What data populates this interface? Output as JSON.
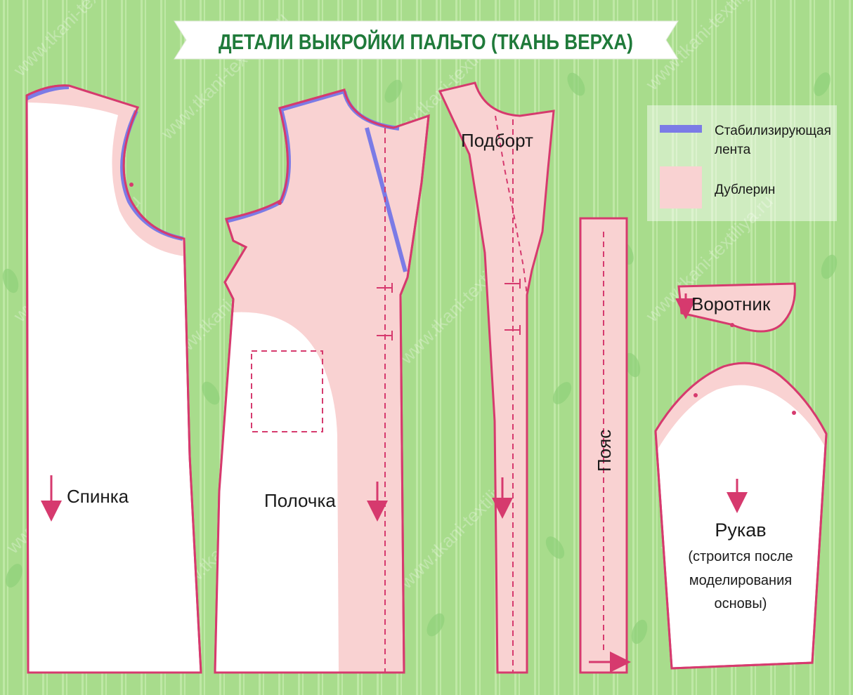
{
  "title": "ДЕТАЛИ ВЫКРОЙКИ ПАЛЬТО (ТКАНЬ ВЕРХА)",
  "watermark": "www.tkani-textiliya.ru",
  "legend": {
    "stabilizing_tape_line1": "Стабилизирующая",
    "stabilizing_tape_line2": "лента",
    "interfacing": "Дублерин"
  },
  "pieces": {
    "back": "Спинка",
    "front": "Полочка",
    "facing": "Подборт",
    "belt": "Пояс",
    "collar": "Воротник",
    "sleeve": "Рукав",
    "sleeve_note_line1": "(строится после",
    "sleeve_note_line2": "моделирования",
    "sleeve_note_line3": "основы)"
  },
  "colors": {
    "background": "#a8dc8c",
    "stripe": "#bfe8a6",
    "outline": "#d63a6e",
    "interfacing": "#f9d2d2",
    "tape": "#7b7be6",
    "title_text": "#1f7a3a",
    "piece_fill": "#ffffff"
  }
}
